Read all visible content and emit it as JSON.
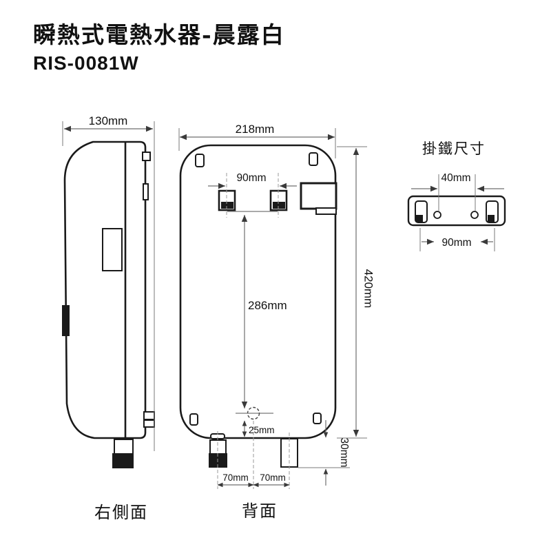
{
  "header": {
    "title": "瞬熱式電熱水器-晨露白",
    "model": "RIS-0081W"
  },
  "views": {
    "side": {
      "label": "右側面",
      "dims": {
        "width": "130mm"
      }
    },
    "back": {
      "label": "背面",
      "dims": {
        "width": "218mm",
        "height": "420mm",
        "hook_spacing": "90mm",
        "hook_to_drain": "286mm",
        "drain_to_bottom": "25mm",
        "pipe_offset_left": "70mm",
        "pipe_offset_right": "70mm",
        "pipe_length": "30mm"
      }
    },
    "bracket": {
      "label": "掛鐵尺寸",
      "dims": {
        "hole_spacing": "40mm",
        "hook_spacing": "90mm"
      }
    }
  },
  "colors": {
    "background": "#ffffff",
    "outline": "#1a1a1a",
    "dimension_line": "#6e6e6e",
    "centerline": "#999999",
    "text": "#111111"
  }
}
